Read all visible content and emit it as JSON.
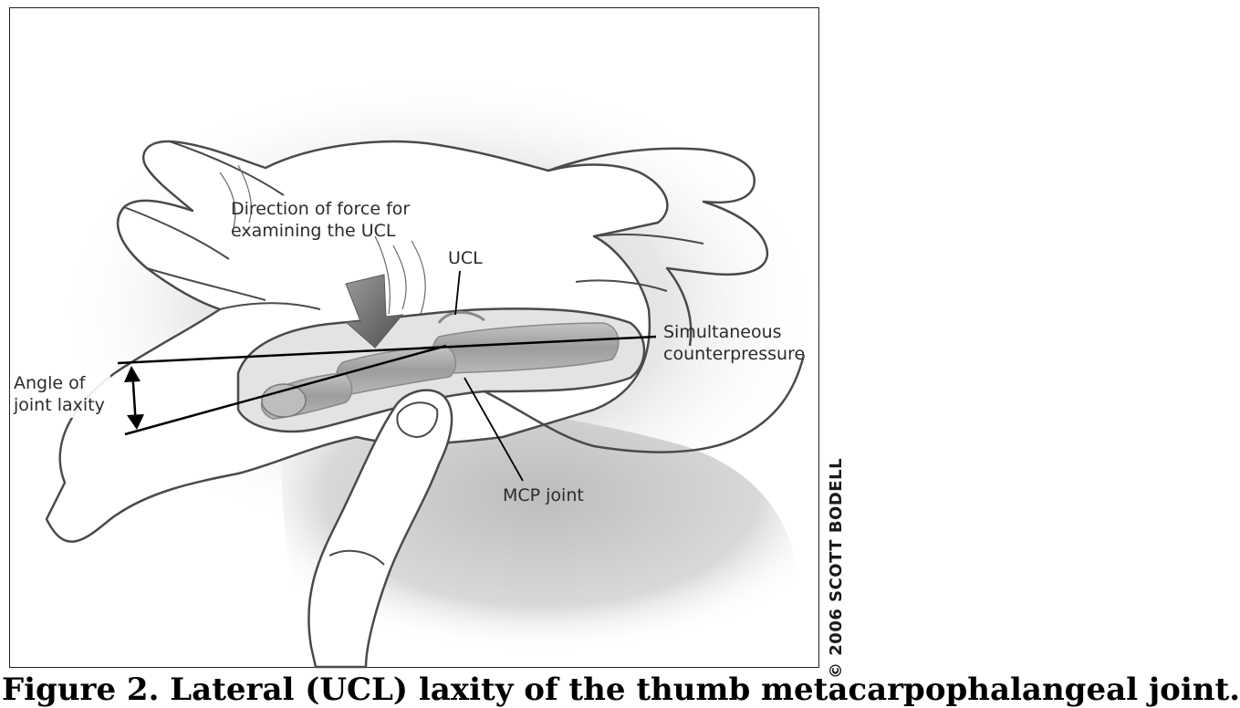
{
  "figure": {
    "labels": {
      "direction_of_force": "Direction of force for\nexamining the UCL",
      "ucl": "UCL",
      "simultaneous": "Simultaneous\ncounterpressure",
      "angle_of_laxity": "Angle of\njoint laxity",
      "mcp_joint": "MCP joint"
    },
    "copyright": "© 2006 SCOTT BODELL",
    "caption": "Figure 2. Lateral (UCL) laxity of the thumb metacarpophalangeal joint."
  },
  "colors": {
    "outline": "#4a4a4a",
    "shadow": "#cfcfcf",
    "bone": "#9a9a9a",
    "arrow": "#6f6f6f"
  }
}
